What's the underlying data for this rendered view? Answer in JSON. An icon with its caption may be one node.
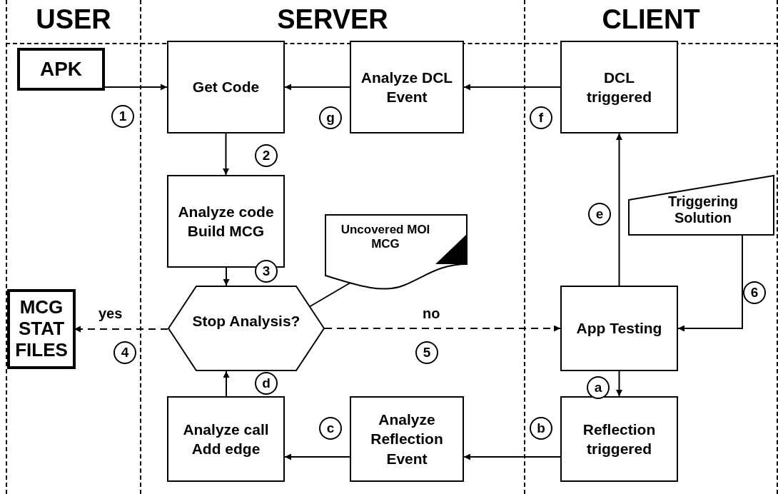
{
  "diagram": {
    "nodes": [
      {
        "text": [
          "USER"
        ]
      },
      {
        "text": [
          "SERVER"
        ]
      },
      {
        "text": [
          "CLIENT"
        ]
      },
      {
        "text": [
          "APK"
        ],
        "in": 0
      },
      {
        "text": [
          "MCG STAT FILES"
        ],
        "in": 0
      },
      {
        "text": [
          "Get Code"
        ],
        "in": 1
      },
      {
        "text": [
          "Analyze DCL Event"
        ],
        "in": 1
      },
      {
        "text": [
          "Analyze code Build MCG"
        ],
        "in": 1
      },
      {
        "text": [
          "Uncovered MOI MCG"
        ],
        "in": 1
      },
      {
        "text": [
          "Stop Analysis?"
        ],
        "in": 1
      },
      {
        "text": [
          "Analyze call Add edge"
        ],
        "in": 1
      },
      {
        "text": [
          "Analyze Reflection Event"
        ],
        "in": 1
      },
      {
        "text": [
          "DCL triggered"
        ],
        "in": 2
      },
      {
        "text": [
          "Triggering Solution"
        ],
        "in": 2
      },
      {
        "text": [
          "App Testing"
        ],
        "in": 2
      },
      {
        "text": [
          "Reflection triggered"
        ],
        "in": 2
      }
    ],
    "edges": [
      {
        "from": 3,
        "to": 5,
        "arrow": "to",
        "label": "1"
      },
      {
        "from": 5,
        "to": 7,
        "arrow": "to",
        "label": "2"
      },
      {
        "from": 7,
        "to": 9,
        "arrow": "to",
        "label": "3"
      },
      {
        "from": 9,
        "to": 4,
        "arrow": "to",
        "label": "4",
        "style": "dashed"
      },
      {
        "from": 9,
        "to": 14,
        "arrow": "to",
        "label": "5",
        "style": "dashed"
      },
      {
        "from": 13,
        "to": 14,
        "arrow": "to",
        "label": "6"
      },
      {
        "from": 14,
        "to": 15,
        "arrow": "to",
        "label": "a"
      },
      {
        "from": 15,
        "to": 11,
        "arrow": "to",
        "label": "b"
      },
      {
        "from": 11,
        "to": 10,
        "arrow": "to",
        "label": "c"
      },
      {
        "from": 10,
        "to": 9,
        "arrow": "to",
        "label": "d"
      },
      {
        "from": 14,
        "to": 12,
        "arrow": "to",
        "label": "e"
      },
      {
        "from": 12,
        "to": 6,
        "arrow": "to",
        "label": "f"
      },
      {
        "from": 6,
        "to": 5,
        "arrow": "to",
        "label": "g"
      },
      {
        "from": 9,
        "to": 8,
        "arrow": "none"
      }
    ],
    "labels": [
      "yes",
      "no"
    ]
  }
}
